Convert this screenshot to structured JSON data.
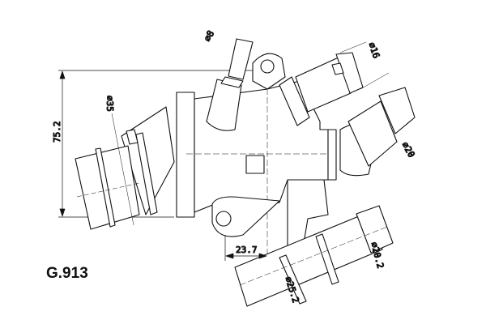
{
  "part_number": "G.913",
  "dimensions": {
    "height": "75.2",
    "offset": "23.7",
    "inlet_diameter": "⌀35",
    "bleed_diameter": "⌀8",
    "sensor_diameter": "⌀16",
    "upper_outlet_diameter": "⌀20",
    "lower_outlet_small_diameter": "⌀20.2",
    "lower_outlet_large_diameter": "⌀25.2"
  }
}
